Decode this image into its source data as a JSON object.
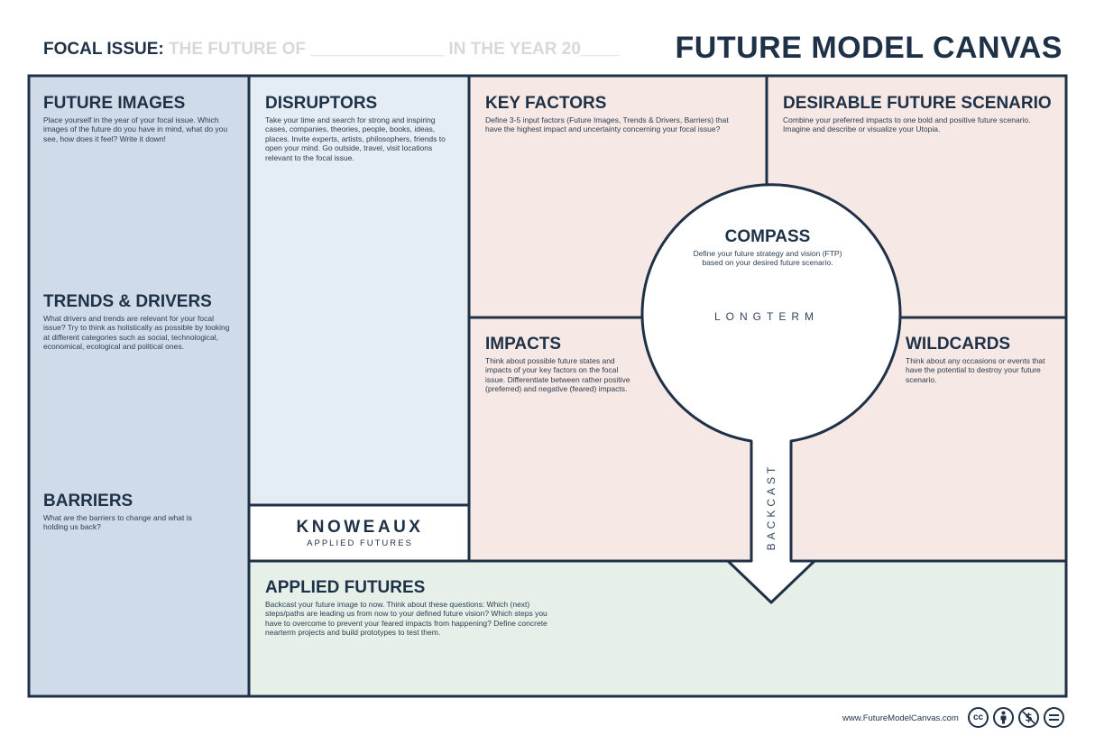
{
  "header": {
    "focal_label": "FOCAL ISSUE:",
    "focal_prefix": "THE FUTURE OF",
    "focal_blank1": "______________",
    "focal_middle": "IN THE YEAR 20",
    "focal_blank2": "____",
    "title": "FUTURE MODEL CANVAS"
  },
  "sections": {
    "future_images": {
      "title": "FUTURE IMAGES",
      "desc": "Place yourself in the year of your focal issue. Which images of the future do you have in mind, what do you see, how does it feel? Write it down!"
    },
    "trends_drivers": {
      "title": "TRENDS & DRIVERS",
      "desc": "What drivers and trends are relevant for your focal issue? Try to think as holistically as possible by looking at different categories such as social, technological, economical, ecological and political ones."
    },
    "barriers": {
      "title": "BARRIERS",
      "desc": "What are the barriers to change and what is holding us back?"
    },
    "disruptors": {
      "title": "DISRUPTORS",
      "desc": "Take your time and search for strong and inspiring cases, companies, theories, people, books, ideas, places. Invite experts, artists, philosophers, friends to open your mind. Go outside, travel, visit locations relevant to the focal issue."
    },
    "key_factors": {
      "title": "KEY FACTORS",
      "desc": "Define 3-5 input factors (Future Images, Trends & Drivers, Barriers) that have the highest impact and uncertainty concerning your focal issue?"
    },
    "desirable_future": {
      "title": "DESIRABLE FUTURE SCENARIO",
      "desc": "Combine your preferred impacts to one bold and positive future scenario. Imagine and describe or visualize your Utopia."
    },
    "compass": {
      "title": "COMPASS",
      "desc": "Define your future strategy and vision (FTP) based on your desired future scenario.",
      "longterm": "LONGTERM",
      "backcast": "BACKCAST"
    },
    "impacts": {
      "title": "IMPACTS",
      "desc": "Think about possible future states and impacts of your key factors on the focal issue. Differentiate between rather positive (preferred) and negative (feared) impacts."
    },
    "wildcards": {
      "title": "WILDCARDS",
      "desc": "Think about any occasions or events that have the potential to destroy your future scenario."
    },
    "applied_futures": {
      "title": "APPLIED FUTURES",
      "desc": "Backcast your future image to now. Think about these questions: Which (next) steps/paths are leading us from now to your defined future vision? Which steps you have to overcome to prevent your feared impacts from happening? Define concrete nearterm projects and build prototypes to test them."
    }
  },
  "logo": {
    "name": "KNOWEAUX",
    "tagline": "APPLIED FUTURES"
  },
  "footer": {
    "url": "www.FutureModelCanvas.com",
    "icons": [
      "cc-icon",
      "by-icon",
      "nc-icon",
      "nd-icon"
    ]
  },
  "colors": {
    "border": "#1f3147",
    "blue_dark": "#cfdbe8",
    "blue_light": "#e4ecf4",
    "pink": "#f6e8e4",
    "green": "#e6f0e8"
  }
}
